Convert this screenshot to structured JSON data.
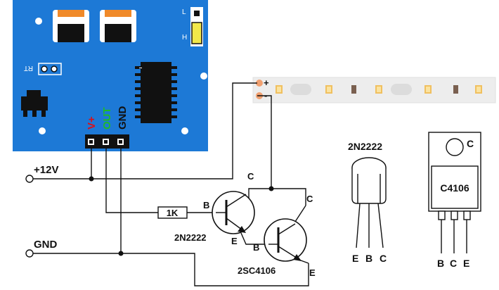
{
  "module": {
    "pin_vplus": "V+",
    "pin_out": "OUT",
    "pin_gnd": "GND",
    "label_rt": "RT",
    "label_l": "L",
    "label_h": "H"
  },
  "rails": {
    "plus12v": "+12V",
    "gnd": "GND"
  },
  "resistor": {
    "value": "1K"
  },
  "q1": {
    "part": "2N2222",
    "b": "B",
    "c": "C",
    "e": "E"
  },
  "q2": {
    "part": "2SC4106",
    "b": "B",
    "c": "C",
    "e": "E"
  },
  "pkg_to92": {
    "part": "2N2222",
    "pin1": "E",
    "pin2": "B",
    "pin3": "C"
  },
  "pkg_to220": {
    "part": "C4106",
    "tab": "C",
    "pin1": "B",
    "pin2": "C",
    "pin3": "E"
  },
  "strip": {
    "plus": "+",
    "minus": "-"
  },
  "colors": {
    "pcb": "#1d79d6",
    "pin_vplus": "#d8121b",
    "pin_out": "#1fba2a",
    "pin_gnd": "#111111",
    "pot": "#f08a2a",
    "jumper": "#f2e84a"
  }
}
